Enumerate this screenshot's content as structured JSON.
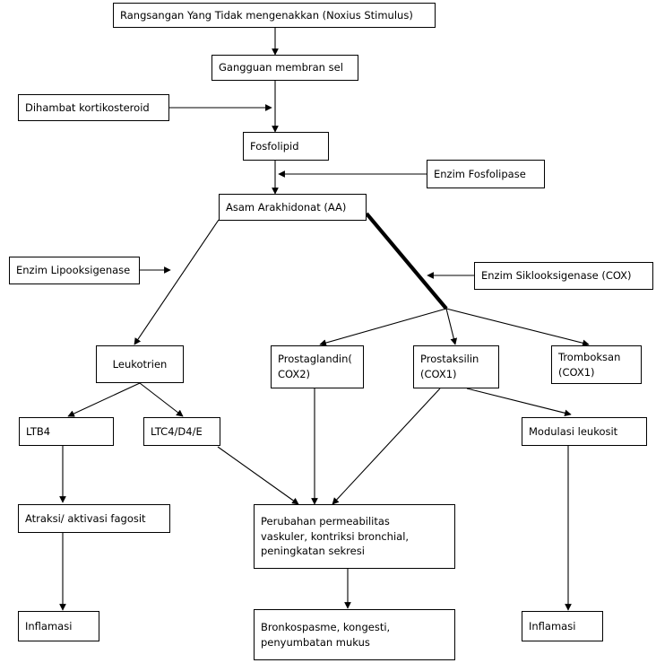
{
  "diagram": {
    "title": "Arachidonic acid pathway flowchart",
    "stroke_color": "#000000",
    "background_color": "#ffffff",
    "thick_edge_color": "#000000",
    "nodes": {
      "noxious_stimulus": "Rangsangan Yang Tidak mengenakkan (Noxius Stimulus)",
      "gangguan_membran": "Gangguan membran sel",
      "dihambat_kortikosteroid": "Dihambat kortikosteroid",
      "fosfolipid": "Fosfolipid",
      "enzim_fosfolipase": "Enzim Fosfolipase",
      "asam_arakhidonat": "Asam Arakhidonat (AA)",
      "enzim_lipooksigenase": "Enzim Lipooksigenase",
      "enzim_siklooksigenase": "Enzim Siklooksigenase (COX)",
      "leukotrien": "Leukotrien",
      "prostaglandin": "Prostaglandin(\nCOX2)",
      "prostaksilin": "Prostaksilin\n(COX1)",
      "tromboksan": "Tromboksan\n(COX1)",
      "ltb4": "LTB4",
      "ltc4": "LTC4/D4/E",
      "modulasi_leukosit": "Modulasi leukosit",
      "atraksi_fagosit": "Atraksi/ aktivasi fagosit",
      "perubahan_permeabilitas": "Perubahan permeabilitas\nvaskuler, kontriksi bronchial,\npeningkatan sekresi",
      "inflamasi_left": "Inflamasi",
      "bronkospasme": "Bronkospasme, kongesti,\npenyumbatan mukus",
      "inflamasi_right": "Inflamasi"
    }
  }
}
